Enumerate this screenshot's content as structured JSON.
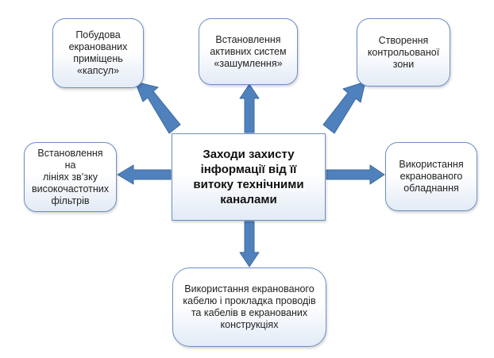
{
  "center": {
    "label": "Заходи захисту\nінформації від її\nвитоку технічними\nканалами"
  },
  "nodes": [
    {
      "id": "top-left",
      "label": "Побудова\nекранованих\nприміщень\n«капсул»"
    },
    {
      "id": "top-middle",
      "label": "Встановлення\nактивних систем\n«зашумлення»"
    },
    {
      "id": "top-right",
      "label": "Створення\nконтрольованої\nзони"
    },
    {
      "id": "left",
      "label": "Встановлення на\nлініях зв’зку\nвисокочастотних\nфільтрів"
    },
    {
      "id": "right",
      "label": "Використання\nекранованого\nобладнання"
    },
    {
      "id": "bottom",
      "label": "Використання екранованого\nкабелю і прокладка проводів\nта кабелів в екранованих\nконструкціях"
    }
  ],
  "colors": {
    "arrow_fill": "#4f81bd",
    "arrow_stroke": "#3d6a9e",
    "box_border": "#6b8fc4"
  }
}
